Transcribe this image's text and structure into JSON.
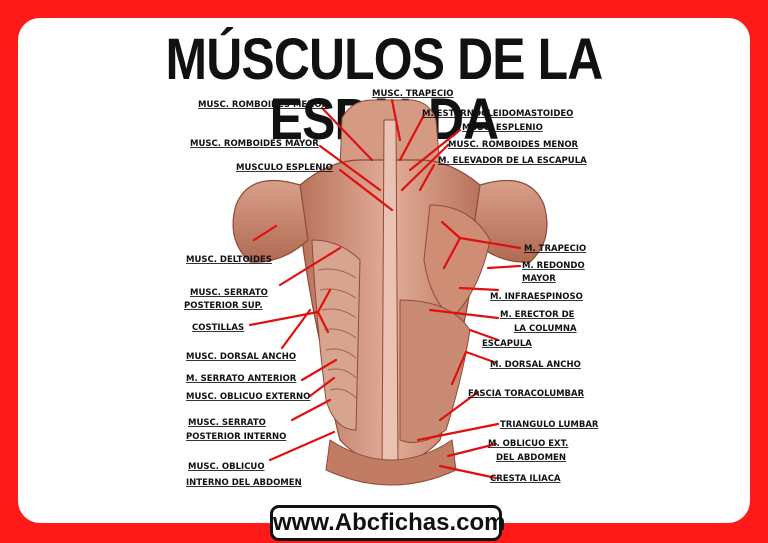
{
  "title": "MÚSCULOS DE LA ESPALDA",
  "footer_url": "www.Abcfichas.com",
  "colors": {
    "frame": "#ff1a1a",
    "leader_line": "#e01010",
    "muscle": "#c98a73",
    "muscle_dark": "#a5624c"
  },
  "labels_left": {
    "romboides_menor": "MUSC. ROMBOIDES MENOR",
    "romboides_mayor": "MUSC. ROMBOIDES MAYOR",
    "musculo_esplenio": "MUSCULO ESPLENIO",
    "deltoides": "MUSC. DELTOIDES",
    "serrato_post_sup_1": "MUSC. SERRATO",
    "serrato_post_sup_2": "POSTERIOR SUP.",
    "costillas": "COSTILLAS",
    "dorsal_ancho": "MUSC. DORSAL ANCHO",
    "serrato_anterior": "M. SERRATO ANTERIOR",
    "oblicuo_externo": "MUSC. OBLICUO EXTERNO",
    "serrato_post_int_1": "MUSC. SERRATO",
    "serrato_post_int_2": "POSTERIOR INTERNO",
    "oblicuo_interno_1": "MUSC. OBLICUO",
    "oblicuo_interno_2": "INTERNO DEL ABDOMEN"
  },
  "labels_right": {
    "trapecio_top": "MUSC. TRAPECIO",
    "esternocleidomastoideo": "M. ESTERNOCLEIDOMASTOIDEO",
    "esplenio": "MUSC. ESPLENIO",
    "romboides_menor": "MUSC. ROMBOIDES MENOR",
    "elevador_escapula": "M. ELEVADOR DE LA ESCAPULA",
    "trapecio": "M. TRAPECIO",
    "redondo_mayor_1": "M. REDONDO",
    "redondo_mayor_2": "MAYOR",
    "infraespinoso": "M. INFRAESPINOSO",
    "erector_1": "M. ERECTOR DE",
    "erector_2": "LA COLUMNA",
    "escapula": "ESCAPULA",
    "dorsal_ancho": "M. DORSAL ANCHO",
    "fascia": "FASCIA TORACOLUMBAR",
    "triangulo": "TRIANGULO LUMBAR",
    "oblicuo_ext_1": "M. OBLICUO EXT.",
    "oblicuo_ext_2": "DEL ABDOMEN",
    "cresta": "CRESTA ILIACA"
  }
}
